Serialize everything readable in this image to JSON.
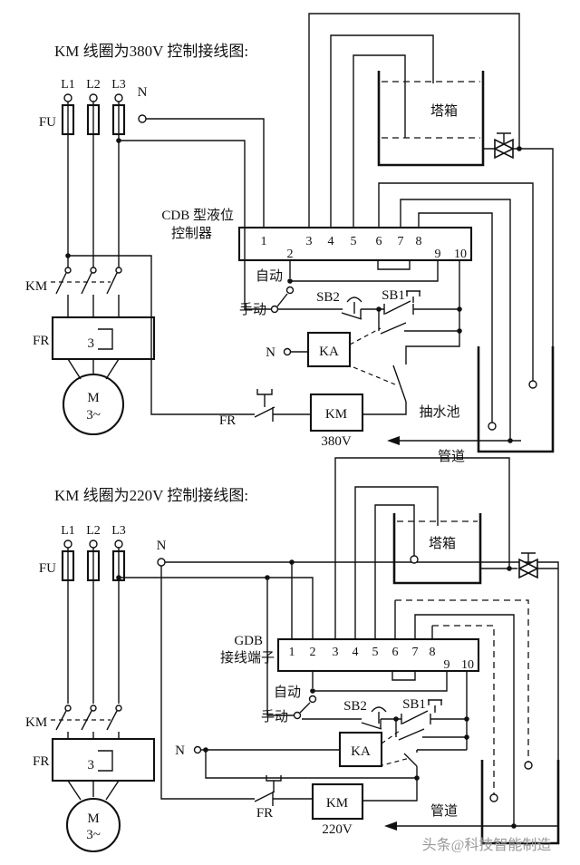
{
  "watermark": "头条@科技智能制造",
  "d1": {
    "title": "KM 线圈为380V 控制接线图:",
    "l1": "L1",
    "l2": "L2",
    "l3": "L3",
    "n_top": "N",
    "fu": "FU",
    "km": "KM",
    "fr": "FR",
    "fr_poles": "3",
    "motor_m": "M",
    "motor_ph": "3~",
    "ctrl_line1": "CDB 型液位",
    "ctrl_line2": "控制器",
    "t1": "1",
    "t2": "2",
    "t3": "3",
    "t4": "4",
    "t5": "5",
    "t6": "6",
    "t7": "7",
    "t8": "8",
    "t9": "9",
    "t10": "10",
    "auto": "自动",
    "manual": "手动",
    "sb2": "SB2",
    "sb1": "SB1",
    "n_ka": "N",
    "ka": "KA",
    "coil_km": "KM",
    "coil_voltage": "380V",
    "coil_fr": "FR",
    "tank": "塔箱",
    "pool": "抽水池",
    "pipe": "管道"
  },
  "d2": {
    "title": "KM 线圈为220V 控制接线图:",
    "l1": "L1",
    "l2": "L2",
    "l3": "L3",
    "n_top": "N",
    "fu": "FU",
    "km": "KM",
    "fr": "FR",
    "fr_poles": "3",
    "motor_m": "M",
    "motor_ph": "3~",
    "ctrl_line1": "GDB",
    "ctrl_line2": "接线端子",
    "t1": "1",
    "t2": "2",
    "t3": "3",
    "t4": "4",
    "t5": "5",
    "t6": "6",
    "t7": "7",
    "t8": "8",
    "t9": "9",
    "t10": "10",
    "auto": "自动",
    "manual": "手动",
    "sb2": "SB2",
    "sb1": "SB1",
    "n_ka": "N",
    "ka": "KA",
    "coil_km": "KM",
    "coil_voltage": "220V",
    "coil_fr": "FR",
    "tank": "塔箱",
    "pipe": "管道"
  }
}
